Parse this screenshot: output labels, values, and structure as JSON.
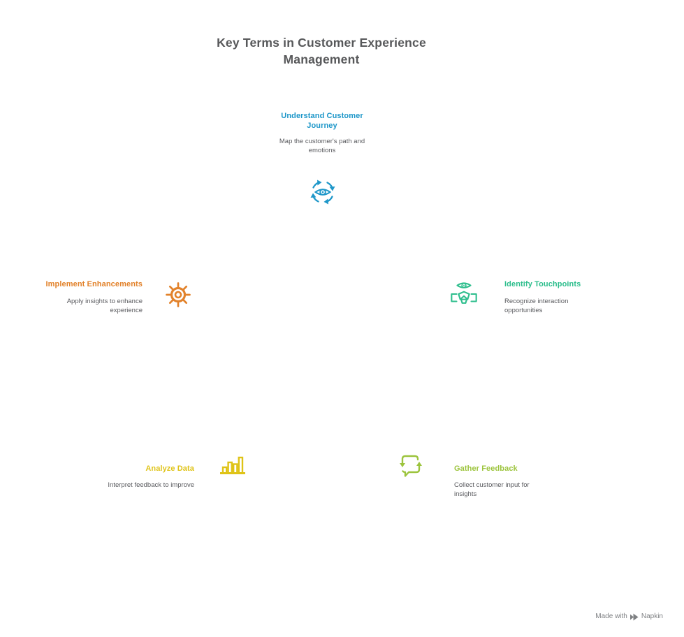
{
  "title": "Key Terms in Customer Experience Management",
  "nodes": [
    {
      "label": "Understand Customer Journey",
      "description": "Map the customer's path and emotions",
      "color": "#1E97C9",
      "icon": "eye-cycle"
    },
    {
      "label": "Identify Touchpoints",
      "description": "Recognize interaction opportunities",
      "color": "#2EBE8D",
      "icon": "eye-handshake"
    },
    {
      "label": "Gather Feedback",
      "description": "Collect customer input for insights",
      "color": "#9CC43D",
      "icon": "speech-bubbles"
    },
    {
      "label": "Analyze Data",
      "description": "Interpret feedback to improve",
      "color": "#DFC316",
      "icon": "bar-chart"
    },
    {
      "label": "Implement Enhancements",
      "description": "Apply insights to enhance experience",
      "color": "#E2822B",
      "icon": "ship-wheel"
    }
  ],
  "footer": {
    "made_with": "Made with",
    "brand": "Napkin"
  },
  "colors": {
    "title_text": "#57585A",
    "description_text": "#595A5E",
    "footer_text": "#7E8083",
    "background": "#FFFFFF"
  }
}
